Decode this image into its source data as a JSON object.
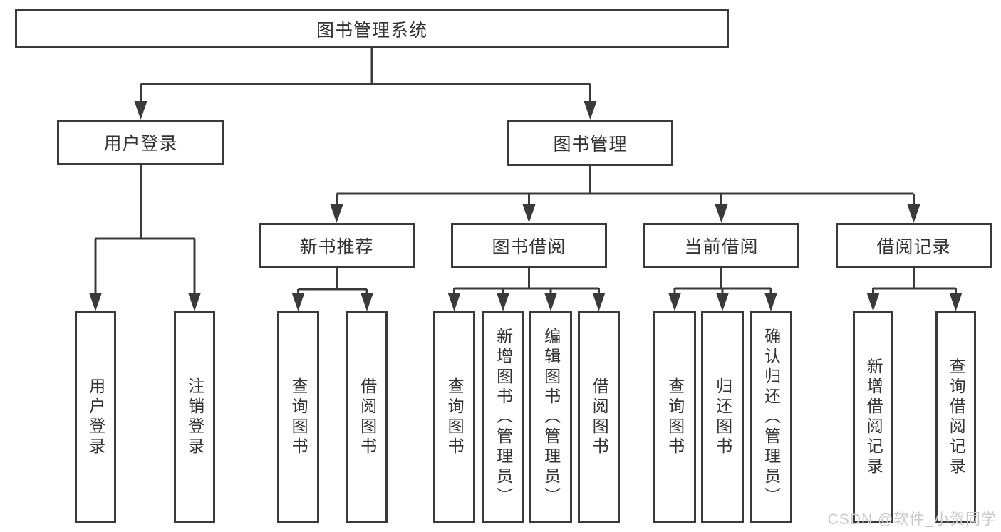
{
  "colors": {
    "line": "#3a3a3a",
    "text": "#333333",
    "watermark": "#c9c9c9",
    "box_background": "#ffffff"
  },
  "watermark": {
    "text": "CSDN @软件_小贺同学"
  },
  "tree": {
    "label": "图书管理系统",
    "children": [
      {
        "label": "用户登录",
        "children": [
          {
            "label": "用户登录"
          },
          {
            "label": "注销登录"
          }
        ]
      },
      {
        "label": "图书管理",
        "children": [
          {
            "label": "新书推荐",
            "children": [
              {
                "label": "查询图书"
              },
              {
                "label": "借阅图书"
              }
            ]
          },
          {
            "label": "图书借阅",
            "children": [
              {
                "label": "查询图书"
              },
              {
                "label": "新增图书（管理员）"
              },
              {
                "label": "编辑图书（管理员）"
              },
              {
                "label": "借阅图书"
              }
            ]
          },
          {
            "label": "当前借阅",
            "children": [
              {
                "label": "查询图书"
              },
              {
                "label": "归还图书"
              },
              {
                "label": "确认归还（管理员）"
              }
            ]
          },
          {
            "label": "借阅记录",
            "children": [
              {
                "label": "新增借阅记录"
              },
              {
                "label": "查询借阅记录"
              }
            ]
          }
        ]
      }
    ]
  }
}
